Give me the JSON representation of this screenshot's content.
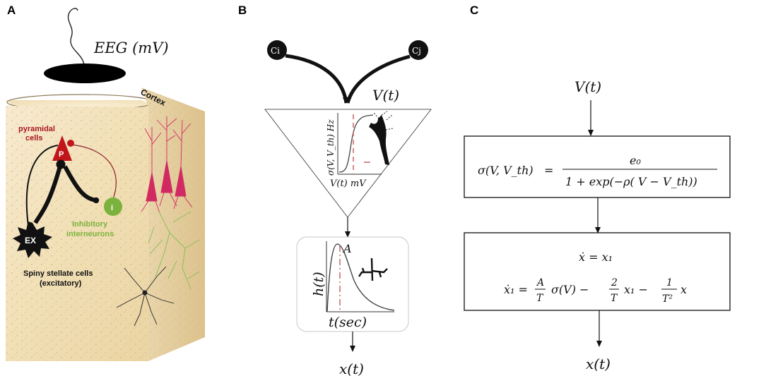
{
  "panels": {
    "a": {
      "letter": "A",
      "eeg_label": "EEG (mV)",
      "cortex_label": "Cortex",
      "pyramidal_label_1": "pyramidal",
      "pyramidal_label_2": "cells",
      "pyramidal_node": "P",
      "inhibitory_node": "i",
      "inhibitory_label_1": "Inhibitory",
      "inhibitory_label_2": "interneurons",
      "excitatory_node": "EX",
      "stellate_label_1": "Spiny stellate cells",
      "stellate_label_2": "(excitatory)",
      "colors": {
        "pyramidal": "#c0161b",
        "inhibitory": "#7bb23d",
        "excitatory": "#111111",
        "tissue": "#f4e3bd"
      }
    },
    "b": {
      "letter": "B",
      "input_node_1": "Ci",
      "input_node_2": "Cj",
      "voltage_label": "V(t)",
      "sigmoid_ylabel": "σ(V, V_th) Hz",
      "sigmoid_xlabel": "V(t) mV",
      "kernel_ylabel": "h(t)",
      "kernel_peak_label": "A",
      "kernel_xlabel": "t(sec)",
      "output_label": "x(t)"
    },
    "c": {
      "letter": "C",
      "input_label": "V(t)",
      "sigmoid_lhs": "σ(V, V_th)",
      "sigmoid_equals": "=",
      "sigmoid_numerator": "e₀",
      "sigmoid_denominator": "1 + exp(−ρ( V − V_th))",
      "ode_1": "ẋ = x₁",
      "ode_2_lhs": "ẋ₁ =",
      "ode_2_a": "A",
      "ode_2_t1": "T",
      "ode_2_sigma": "σ(V) −",
      "ode_2_two": "2",
      "ode_2_t2": "T",
      "ode_2_x1": "x₁ −",
      "ode_2_one": "1",
      "ode_2_t3": "T²",
      "ode_2_x": "x",
      "output_label": "x(t)"
    }
  }
}
